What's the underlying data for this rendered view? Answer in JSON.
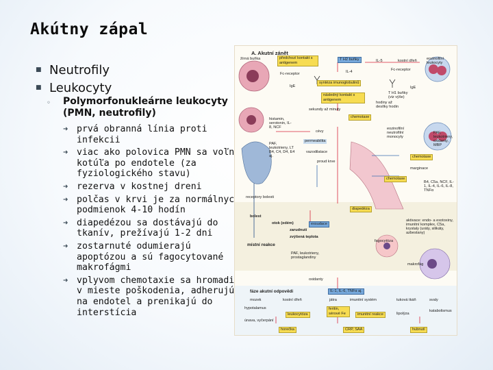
{
  "slide": {
    "title": "Akútny zápal",
    "bullets": [
      "Neutrofily",
      "Leukocyty"
    ],
    "sub_heading": "Polymorfonukleárne leukocyty (PMN, neutrofily)",
    "items": [
      "prvá obranná línia proti infekcii",
      "viac ako polovica PMN sa voľne kotúľa po endotele (za fyziologického stavu)",
      "rezerva v kostnej dreni",
      "polčas v krvi je za normálnych podmienok 4-10 hodín",
      "diapedézou sa dostávajú do tkanív, prežívajú 1-2 dni",
      "zostarnuté odumierajú apoptózou a sú fagocytované makrofágmi",
      "vplyvom chemotaxie sa hromadia v mieste poškodenia, adherujú na endotel a prenikajú do interstícia"
    ]
  },
  "figure": {
    "title": "A. Akutní zánět",
    "label_mast": "žírná buňka",
    "label_contact": "předchozí kontakt s antigenem",
    "label_th2": "T H2 buňky",
    "label_il5": "IL-5",
    "label_bone": "kostní dřeň",
    "label_eos": "eozinofilní leukocyty",
    "label_il4": "IL-4",
    "label_fc": "Fc-receptor",
    "label_fc2": "Fc-receptor",
    "label_ige": "IgE",
    "label_ige2": "IgE",
    "label_synth": "syntéza imunoglobulinů",
    "label_next": "následný kontakt s antigenem",
    "label_seconds": "sekundy až minuty",
    "label_hours": "hodiny až desítky hodin",
    "label_th1": "T H1 buňky (viz výše)",
    "label_hist": "histamin, serotonin, IL-8, NCF",
    "label_paf": "PAF, leukotrieny, LT B4, C4, D4, E4 aj.",
    "label_chemotaxe": "chemotaxe",
    "label_cevy": "cévy",
    "label_perm": "permeabilita",
    "label_vaso": "vazodilatace",
    "label_flow": "proud krve",
    "label_cells": "eozinofilní neutrofilní monocyty",
    "label_paf2": "PAF, leukotrieny, oxidanty, MBP",
    "label_chemotaxe2": "chemotaxe",
    "label_margin": "marginace",
    "label_receptors": "receptory bolesti",
    "label_diapedeza": "diapedéza",
    "label_chemotaxe3": "chemotaxe",
    "label_mediators": "B4, C5a, NCF, IL-1, IL-4, IL-6, IL-8, TNFα",
    "label_activators": "aktivace: endo- a exotoxiny, imunitní komplex, C5a, krystaly (uráty, silikáty, azbestany)",
    "label_bolest": "bolest",
    "label_otok": "otok (edém)",
    "label_zarud": "zarudnutí",
    "label_teplo": "zvýšená teplota",
    "label_exsudace": "exsudace",
    "label_fago": "fagocytóza",
    "label_local": "místní reakce",
    "label_paf3": "PAF, leukotrieny, prostaglandiny",
    "label_makro": "makrofág",
    "label_oxid": "oxidanty",
    "label_systemic": "fáze akutní odpovědi",
    "label_cytok": "IL-1, IL-6, TNFα aj.",
    "label_mozek": "mozek",
    "label_dren": "kostní dřeň",
    "label_jatra": "játra",
    "label_imun": "imunitní systém",
    "label_tuk": "tuková tkáň",
    "label_svaly": "svaly",
    "label_hypot": "hypotalamus",
    "label_leuk": "leukocytóza",
    "label_ferit": "feritin, sérové Fe",
    "label_imunreak": "imunitní reakce",
    "label_lipoly": "lipolýza",
    "label_katab": "katabolismus",
    "label_unava": "únava, vyčerpání",
    "label_horecka": "horečka",
    "label_crp": "CRP, SAA",
    "label_hubnuti": "hubnutí"
  },
  "colors": {
    "text": "#111111",
    "bullet": "#3b4a56",
    "fig_yellow": "#f7dc52",
    "fig_blue": "#76a8db",
    "fig_pink": "#e8a7b6",
    "fig_red": "#d7263d"
  },
  "icons": {
    "bullet": "square-bullet-icon",
    "sub_bullet": "ring-bullet-icon",
    "item_bullet": "arrow-bullet-icon"
  }
}
